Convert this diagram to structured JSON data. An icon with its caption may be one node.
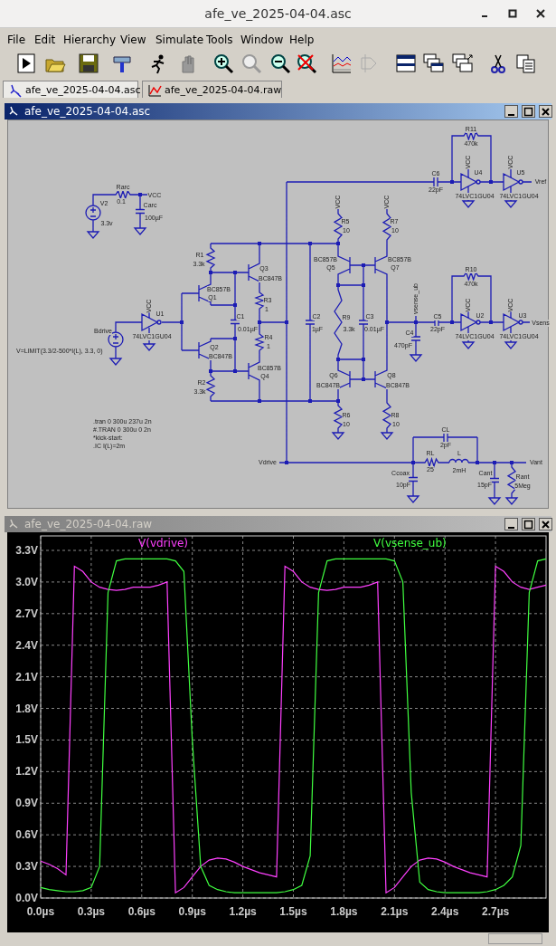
{
  "diagram": {
    "title": "afe_ve_2025-04-04.asc",
    "labels": [
      "File",
      "Edit",
      "Hierarchy",
      "View",
      "Simulate",
      "Tools",
      "Window",
      "Help",
      "afe_ve_2025-04-04.asc",
      "afe_ve_2025-04-04.raw",
      "afe_ve_2025-04-04.asc",
      "Rarc",
      "0.1",
      "VCC",
      "V2",
      "Carc",
      "100µF",
      "3.3v",
      "R11",
      "470k",
      "C6",
      "22pF",
      "U4",
      "U5",
      "Vref",
      "74LVC1GU04",
      "74LVC1GU04",
      "VCC",
      "VCC",
      "VCC",
      "VCC",
      "R5",
      "10",
      "R7",
      "10",
      "R1",
      "3.3k",
      "Q3",
      "BC847B",
      "BC857B",
      "Q1",
      "R3",
      "1",
      "BC857B",
      "Q5",
      "BC857B",
      "Q7",
      "R10",
      "470k",
      "VCC",
      "U1",
      "VCC",
      "VCC",
      "C1",
      "0.01µF",
      "C2",
      "1µF",
      "R9",
      "3.3k",
      "C3",
      "0.01µF",
      "vsense_ub",
      "C5",
      "22pF",
      "U2",
      "U3",
      "Vsens",
      "Bdrive",
      "74LVC1GU04",
      "R4",
      "1",
      "C4",
      "470pF",
      "74LVC1GU04",
      "74LVC1GU04",
      "V=LIMIT(3.3/2-500*I(L), 3.3, 0)",
      "Q2",
      "BC847B",
      "BC857B",
      "Q4",
      "Q6",
      "BC847B",
      "Q8",
      "BC847B",
      "R2",
      "3.3k",
      "R6",
      "10",
      "R8",
      "10",
      ".tran 0 300u 237u 2n",
      "#.TRAN 0 300u 0 2n",
      "*kick-start:",
      ".IC I(L)=2m",
      "CL",
      "2pF",
      "RL",
      "25",
      "L",
      "2mH",
      "Vdrive",
      "Vant",
      "Ccoax",
      "10pF",
      "Cant",
      "15pF",
      "Rant",
      "5Meg",
      "afe_ve_2025-04-04.raw"
    ],
    "chart_data": {
      "type": "line",
      "grid": true,
      "x": [
        0,
        0.05,
        0.1,
        0.15,
        0.2,
        0.25,
        0.3,
        0.35,
        0.4,
        0.45,
        0.5,
        0.55,
        0.6,
        0.65,
        0.7,
        0.75,
        0.8,
        0.85,
        0.9,
        0.95,
        1,
        1.05,
        1.1,
        1.15,
        1.2,
        1.25,
        1.3,
        1.35,
        1.4,
        1.45,
        1.5,
        1.55,
        1.6,
        1.65,
        1.7,
        1.75,
        1.8,
        1.85,
        1.9,
        1.95,
        2,
        2.05,
        2.1,
        2.15,
        2.2,
        2.25,
        2.3,
        2.35,
        2.4,
        2.45,
        2.5,
        2.55,
        2.6,
        2.65,
        2.7,
        2.75,
        2.8,
        2.85,
        2.9,
        2.95,
        3
      ],
      "series": [
        {
          "name": "V(vdrive)",
          "color": "#ff40ff",
          "values": [
            0.35,
            0.32,
            0.28,
            0.22,
            3.15,
            3.1,
            3.0,
            2.95,
            2.93,
            2.92,
            2.93,
            2.95,
            2.95,
            2.95,
            2.97,
            3.0,
            0.05,
            0.1,
            0.2,
            0.3,
            0.36,
            0.38,
            0.37,
            0.34,
            0.3,
            0.27,
            0.24,
            0.22,
            0.2,
            3.15,
            3.1,
            3.0,
            2.95,
            2.93,
            2.92,
            2.93,
            2.95,
            2.95,
            2.95,
            2.97,
            3.0,
            0.05,
            0.1,
            0.2,
            0.3,
            0.36,
            0.38,
            0.37,
            0.34,
            0.3,
            0.27,
            0.24,
            0.22,
            0.2,
            3.15,
            3.1,
            3.0,
            2.95,
            2.93,
            2.95,
            2.97
          ]
        },
        {
          "name": "V(vsense_ub)",
          "color": "#40ff40",
          "values": [
            0.1,
            0.08,
            0.07,
            0.06,
            0.06,
            0.07,
            0.1,
            0.3,
            2.9,
            3.2,
            3.22,
            3.22,
            3.22,
            3.22,
            3.22,
            3.22,
            3.2,
            3.1,
            1.5,
            0.3,
            0.12,
            0.08,
            0.06,
            0.05,
            0.05,
            0.05,
            0.05,
            0.05,
            0.05,
            0.06,
            0.08,
            0.12,
            0.4,
            2.9,
            3.2,
            3.22,
            3.22,
            3.22,
            3.22,
            3.22,
            3.22,
            3.22,
            3.2,
            3.0,
            1.0,
            0.15,
            0.08,
            0.06,
            0.05,
            0.05,
            0.05,
            0.05,
            0.05,
            0.06,
            0.08,
            0.12,
            0.2,
            0.5,
            2.9,
            3.2,
            3.22
          ]
        }
      ],
      "xlim": [
        0,
        3
      ],
      "ylim": [
        0,
        3.3
      ],
      "xticks": [
        {
          "value": 0,
          "label": "0.0µs"
        },
        {
          "value": 0.3,
          "label": "0.3µs"
        },
        {
          "value": 0.6,
          "label": "0.6µs"
        },
        {
          "value": 0.9,
          "label": "0.9µs"
        },
        {
          "value": 1.2,
          "label": "1.2µs"
        },
        {
          "value": 1.5,
          "label": "1.5µs"
        },
        {
          "value": 1.8,
          "label": "1.8µs"
        },
        {
          "value": 2.1,
          "label": "2.1µs"
        },
        {
          "value": 2.4,
          "label": "2.4µs"
        },
        {
          "value": 2.7,
          "label": "2.7µs"
        }
      ],
      "yticks": [
        {
          "value": 0,
          "label": "0.0V"
        },
        {
          "value": 0.3,
          "label": "0.3V"
        },
        {
          "value": 0.6,
          "label": "0.6V"
        },
        {
          "value": 0.9,
          "label": "0.9V"
        },
        {
          "value": 1.2,
          "label": "1.2V"
        },
        {
          "value": 1.5,
          "label": "1.5V"
        },
        {
          "value": 1.8,
          "label": "1.8V"
        },
        {
          "value": 2.1,
          "label": "2.1V"
        },
        {
          "value": 2.4,
          "label": "2.4V"
        },
        {
          "value": 2.7,
          "label": "2.7V"
        },
        {
          "value": 3.0,
          "label": "3.0V"
        },
        {
          "value": 3.3,
          "label": "3.3V"
        }
      ]
    }
  }
}
